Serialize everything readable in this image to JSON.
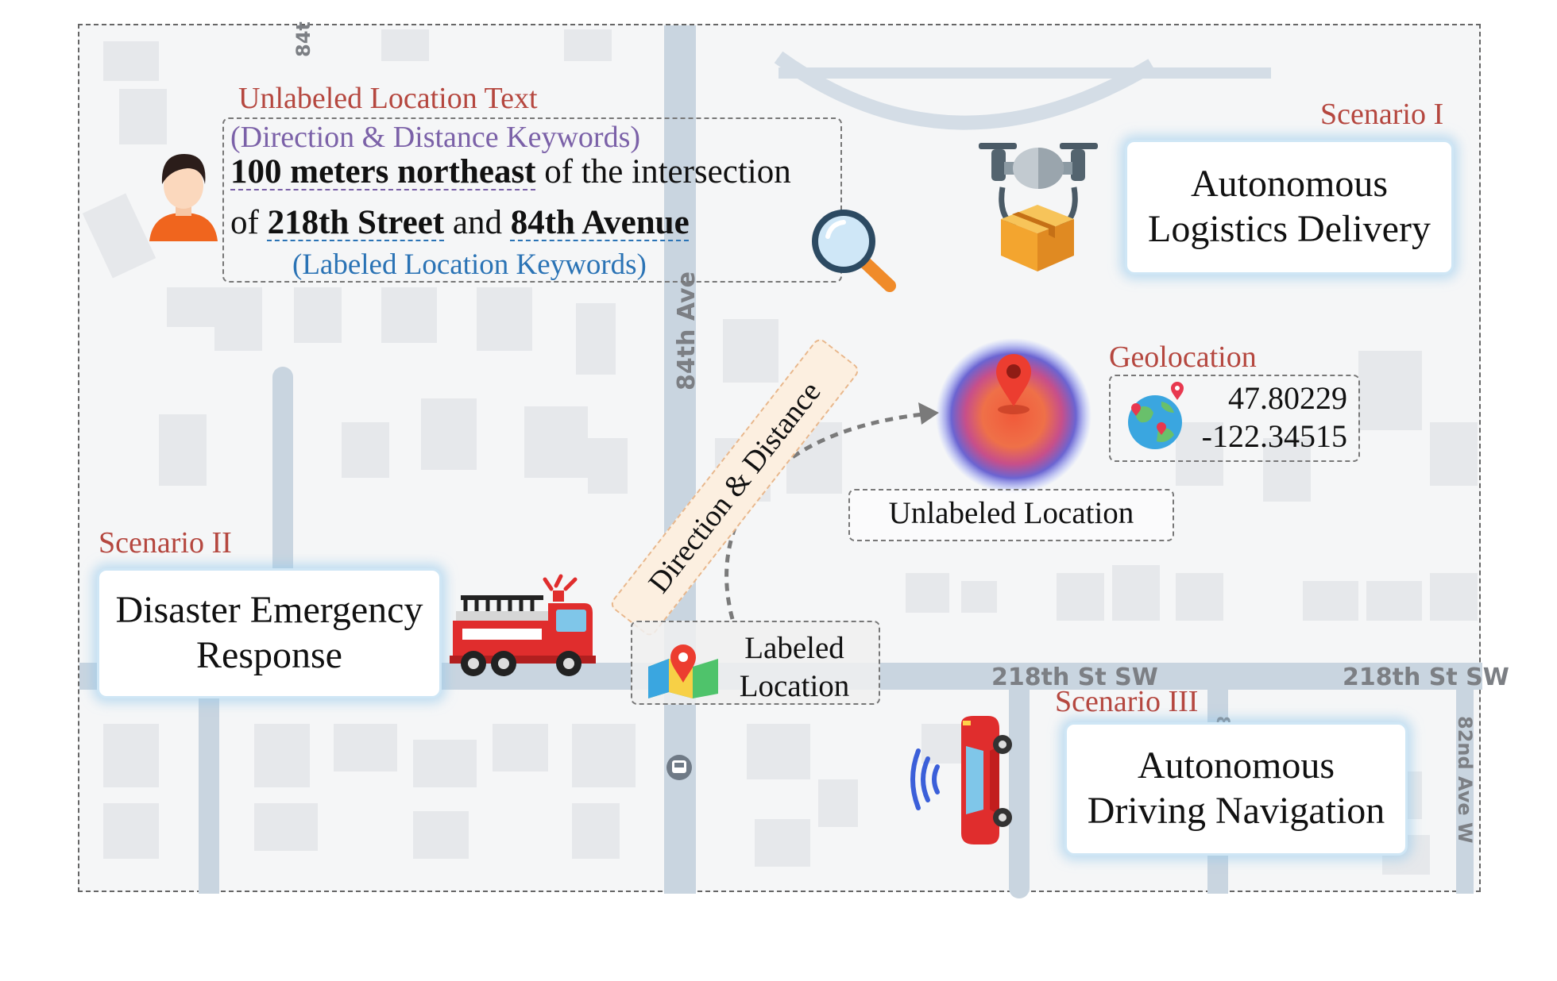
{
  "query": {
    "header": "Unlabeled Location Text",
    "direction_keywords_label": "(Direction & Distance Keywords)",
    "line1_bold": "100 meters northeast",
    "line1_rest": " of the intersection",
    "line2_of": "of ",
    "line2_street": "218th Street",
    "line2_and": " and ",
    "line2_avenue": "84th Avenue",
    "labeled_keywords_label": "(Labeled Location Keywords)"
  },
  "scenarios": {
    "s1": {
      "tag": "Scenario I",
      "line1": "Autonomous",
      "line2": "Logistics Delivery"
    },
    "s2": {
      "tag": "Scenario II",
      "line1": "Disaster Emergency",
      "line2": "Response"
    },
    "s3": {
      "tag": "Scenario III",
      "line1": "Autonomous",
      "line2": "Driving Navigation"
    }
  },
  "geolocation": {
    "header": "Geolocation",
    "lat": "47.80229",
    "lon": "-122.34515"
  },
  "unlabeled_location": "Unlabeled Location",
  "labeled_location": {
    "line1": "Labeled",
    "line2": "Location"
  },
  "direction_distance": "Direction & Distance",
  "roads": {
    "ave_84_top": "84t",
    "ave_84": "84th Ave",
    "st_218_a": "218th St SW",
    "st_218_b": "218th St SW",
    "ave_82": "82nd Ave W",
    "fragment": "8"
  },
  "icons": [
    "person-icon",
    "magnifier-icon",
    "drone-icon",
    "package-icon",
    "map-pin-icon",
    "globe-icon",
    "map-icon",
    "fire-truck-icon",
    "car-icon",
    "signal-icon",
    "bus-stop-icon"
  ],
  "colors": {
    "scenario_red": "#b5473f",
    "direction_purple": "#7b61a8",
    "labeled_blue": "#2a73b5",
    "glow_blue": "#cfe6f5"
  }
}
